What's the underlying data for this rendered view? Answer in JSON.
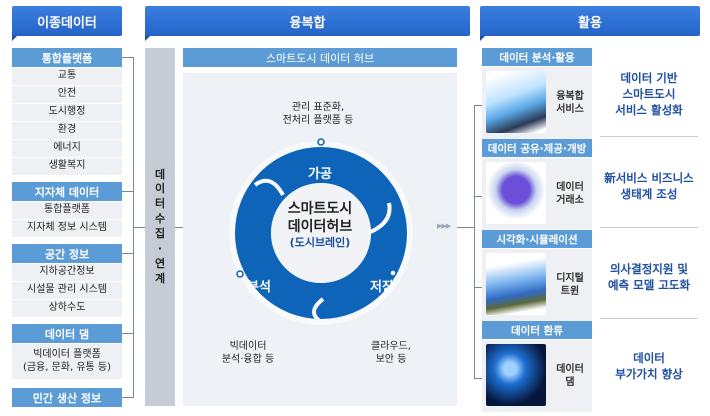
{
  "headers": {
    "left": "이종데이터",
    "middle": "융복합",
    "right": "활용"
  },
  "left": {
    "groups": [
      {
        "title": "통합플랫폼",
        "items": [
          "교통",
          "안전",
          "도시행정",
          "환경",
          "에너지",
          "생활복지"
        ]
      },
      {
        "title": "지자체 데이터",
        "items": [
          "통합플랫폼",
          "지자체 정보 시스템"
        ]
      },
      {
        "title": "공간 정보",
        "items": [
          "지하공간정보",
          "시설물 관리 시스템",
          "상하수도"
        ]
      },
      {
        "title": "데이터 댐",
        "items": [
          "빅데이터 플랫폼\n(금융, 문화, 유통 등)"
        ]
      },
      {
        "title": "민간 생산 정보",
        "items": []
      }
    ]
  },
  "collect": [
    "데",
    "이",
    "터",
    "수",
    "집",
    "·",
    "연",
    "계"
  ],
  "hub": {
    "title": "스마트도시 데이터 허브",
    "center": {
      "line1": "스마트도시",
      "line2": "데이터허브",
      "line3": "(도시브레인)"
    },
    "stages": {
      "process": "가공",
      "store": "저장",
      "analyze": "분석"
    },
    "notes": {
      "process": "관리 표준화,\n전처리 플랫폼 등",
      "store": "클라우드,\n보안 등",
      "analyze": "빅데이터\n분석·융합 등"
    },
    "colors": {
      "ring": "#0e64b8",
      "center_sub": "#1f4fa3"
    }
  },
  "right": {
    "cards": [
      {
        "title": "데이터 분석·활용",
        "label": "융복합\n서비스",
        "result": "데이터 기반\n스마트도시\n서비스 활성화",
        "image": "smart-city-image"
      },
      {
        "title": "데이터 공유·제공·개방",
        "label": "데이터\n거래소",
        "result": "新서비스 비즈니스\n생태계 조성",
        "image": "data-exchange-image"
      },
      {
        "title": "시각화·시뮬레이션",
        "label": "디지털\n트윈",
        "result": "의사결정지원 및\n예측 모델 고도화",
        "image": "digital-twin-image"
      },
      {
        "title": "데이터 환류",
        "label": "데이터\n댐",
        "result": "데이터\n부가가치 향상",
        "image": "data-dam-image"
      }
    ]
  }
}
